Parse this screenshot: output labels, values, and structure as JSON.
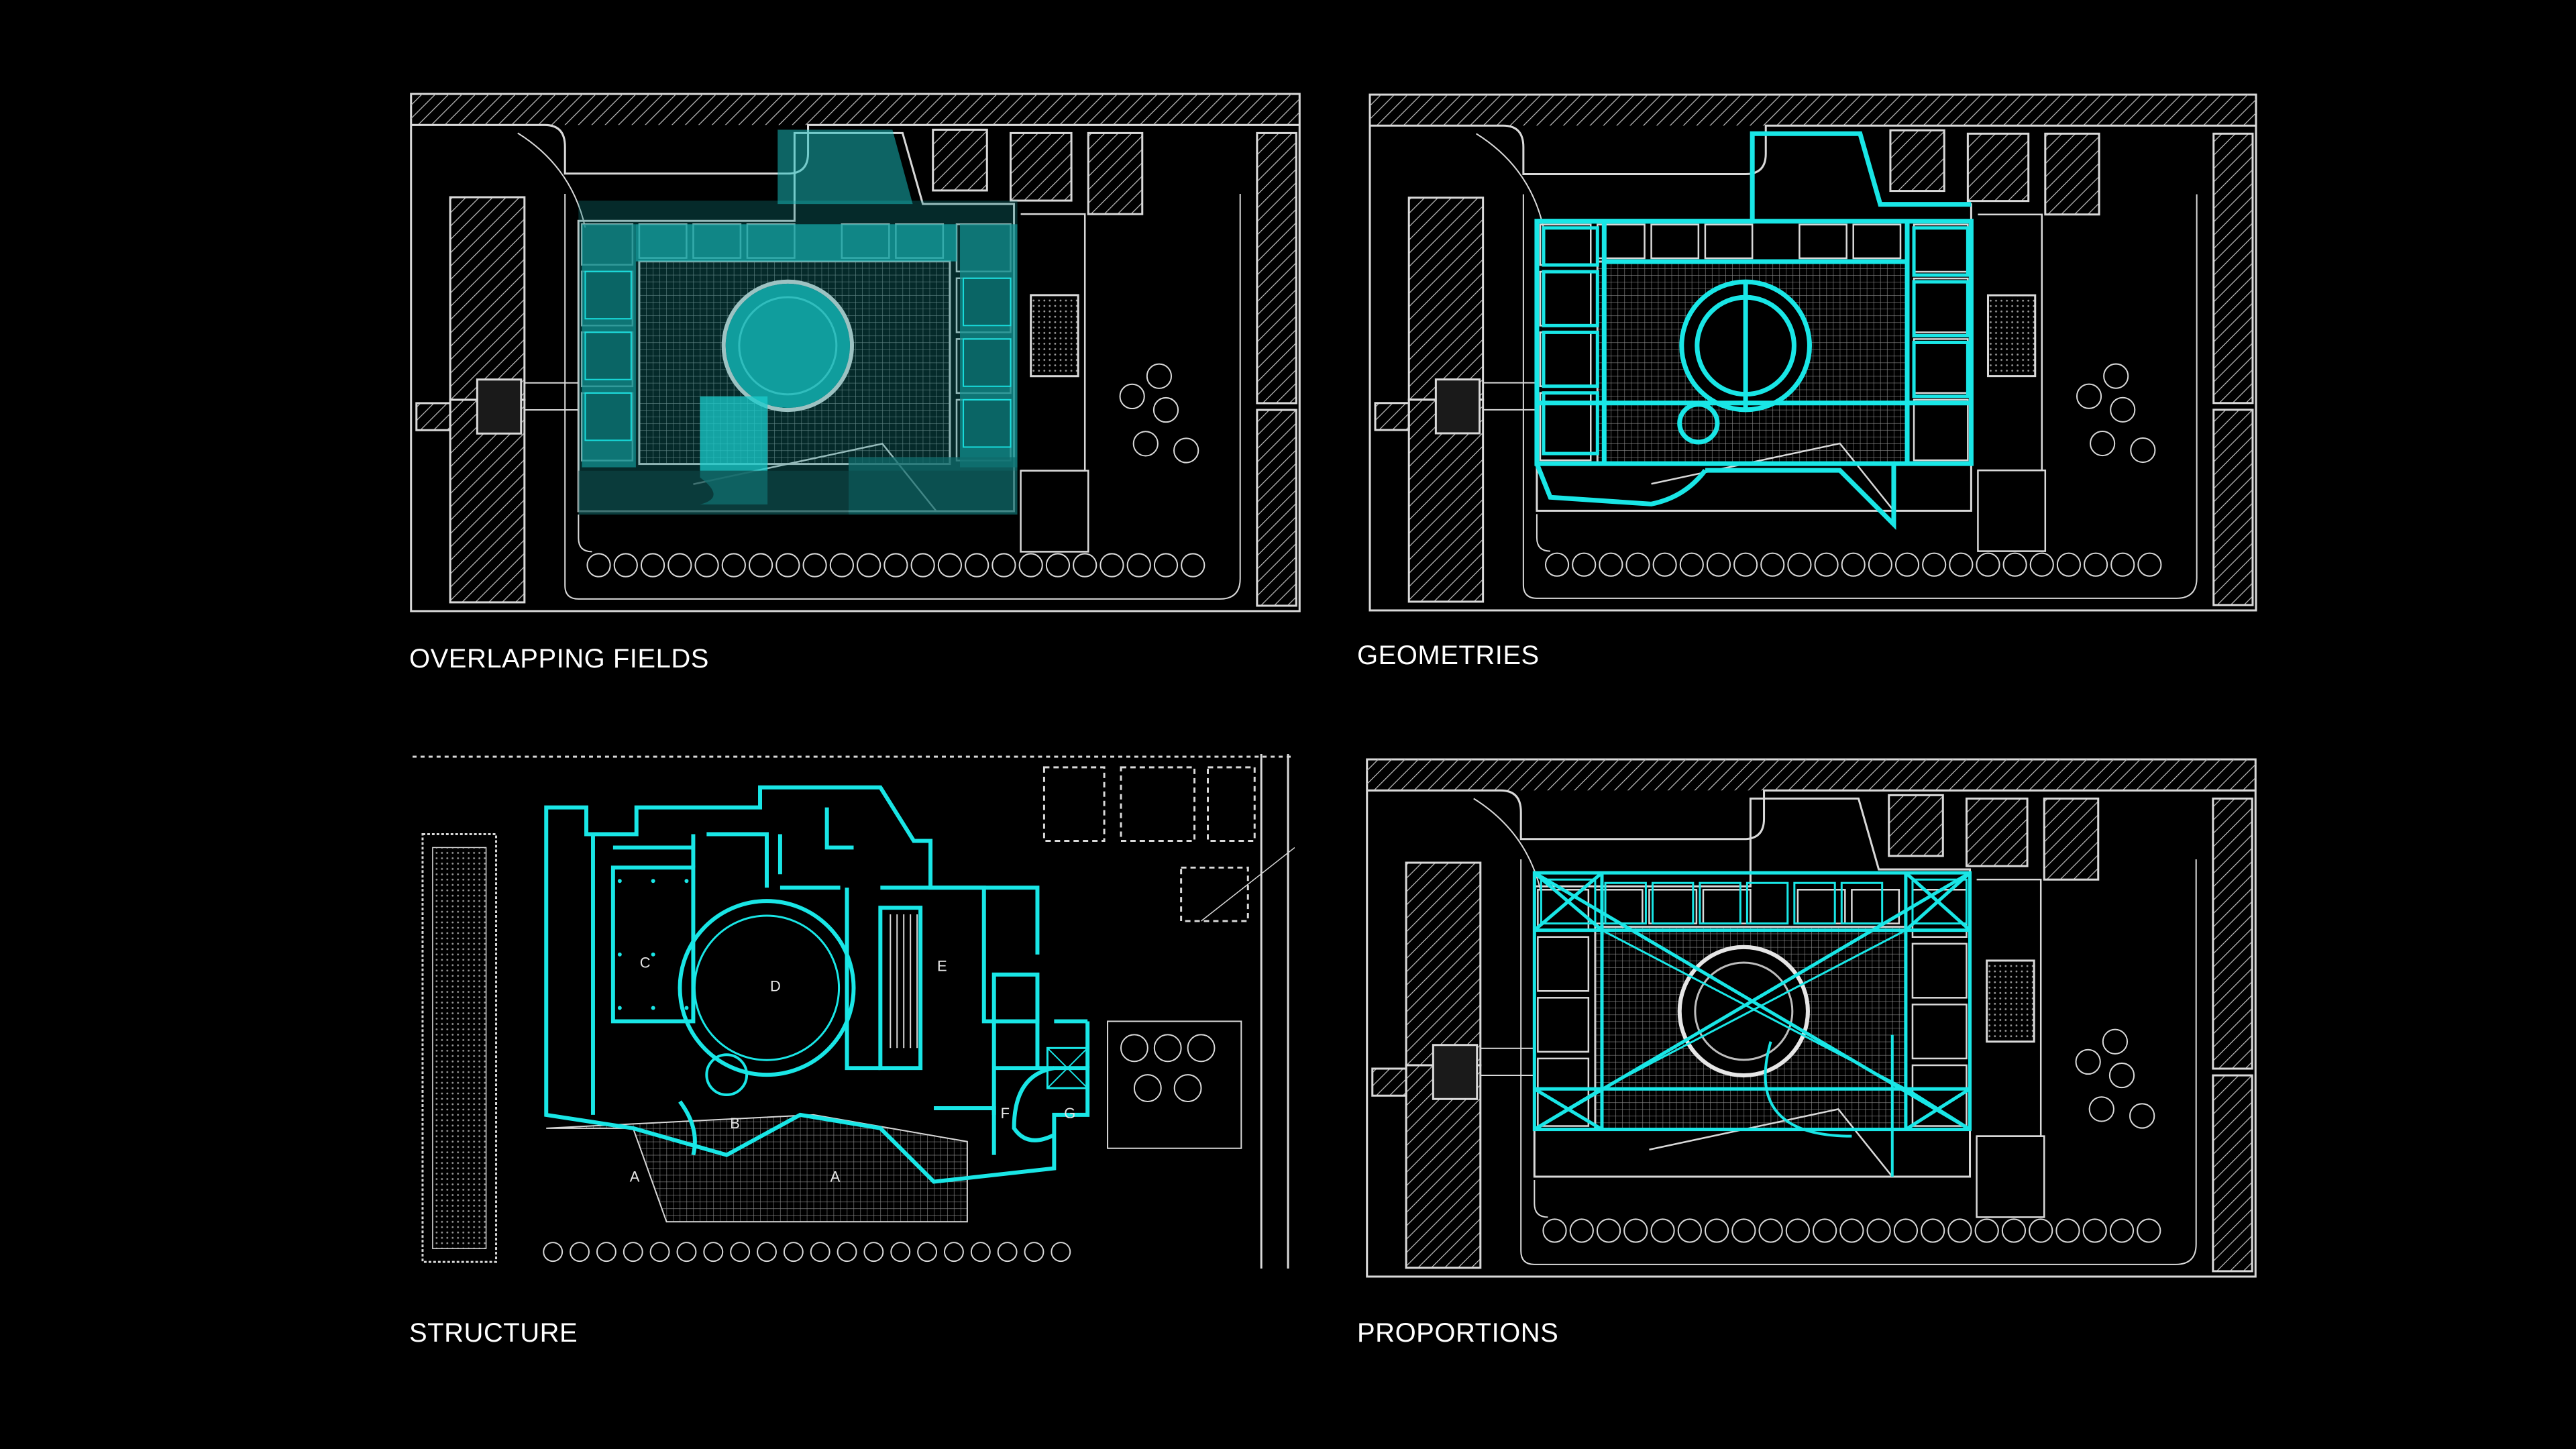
{
  "panels": [
    {
      "id": "overlapping-fields",
      "caption": "OVERLAPPING FIELDS"
    },
    {
      "id": "geometries",
      "caption": "GEOMETRIES"
    },
    {
      "id": "structure",
      "caption": "STRUCTURE",
      "room_labels": [
        "A",
        "A",
        "B",
        "C",
        "D",
        "E",
        "F",
        "G"
      ]
    },
    {
      "id": "proportions",
      "caption": "PROPORTIONS"
    }
  ],
  "colors": {
    "background": "#000000",
    "linework": "#d9d9d9",
    "accent": "#19e6e6",
    "accent_fill": "#14b8b8",
    "accent_dark": "#0d4f4f"
  }
}
